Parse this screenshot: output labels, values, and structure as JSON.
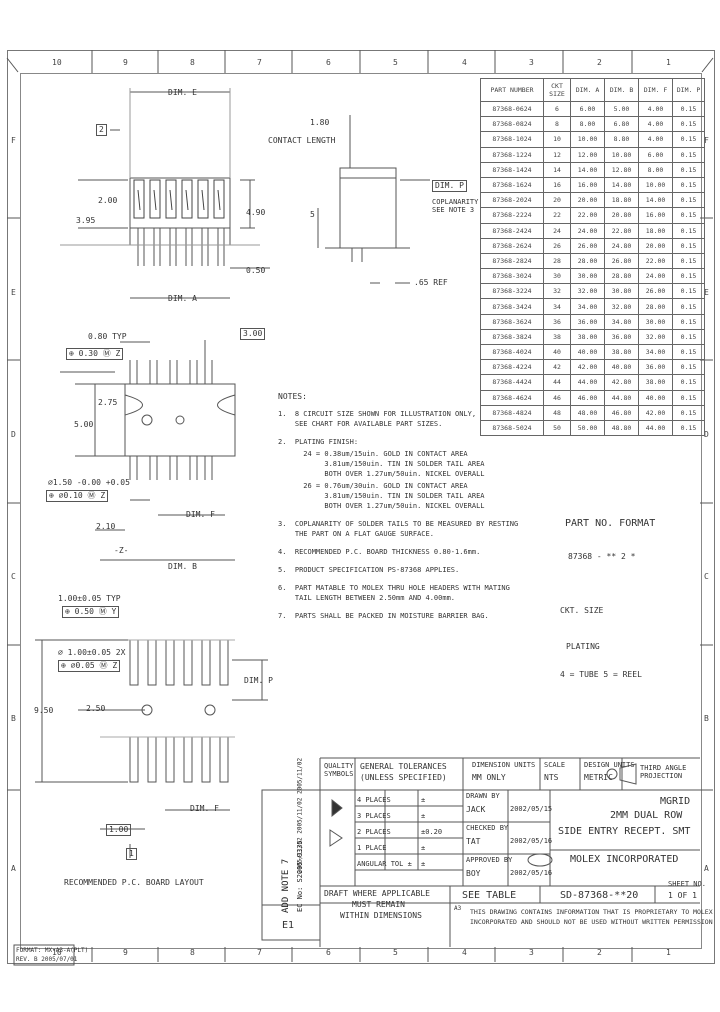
{
  "zones_top": [
    "10",
    "9",
    "8",
    "7",
    "6",
    "5",
    "4",
    "3",
    "2",
    "1"
  ],
  "zones_bottom": [
    "10",
    "9",
    "8",
    "7",
    "6",
    "5",
    "4",
    "3",
    "2",
    "1"
  ],
  "zones_side": [
    "F",
    "E",
    "D",
    "C",
    "B",
    "A"
  ],
  "table": {
    "headers": [
      "PART NUMBER",
      "CKT SIZE",
      "DIM. A",
      "DIM. B",
      "DIM. F",
      "DIM. P"
    ],
    "rows": [
      [
        "87368-0624",
        "6",
        "6.00",
        "5.00",
        "4.00",
        "0.15"
      ],
      [
        "87368-0824",
        "8",
        "8.00",
        "6.80",
        "4.00",
        "0.15"
      ],
      [
        "87368-1024",
        "10",
        "10.00",
        "8.80",
        "4.00",
        "0.15"
      ],
      [
        "87368-1224",
        "12",
        "12.00",
        "10.80",
        "6.00",
        "0.15"
      ],
      [
        "87368-1424",
        "14",
        "14.00",
        "12.80",
        "8.00",
        "0.15"
      ],
      [
        "87368-1624",
        "16",
        "16.00",
        "14.80",
        "10.00",
        "0.15"
      ],
      [
        "87368-2024",
        "20",
        "20.00",
        "18.80",
        "14.00",
        "0.15"
      ],
      [
        "87368-2224",
        "22",
        "22.00",
        "20.80",
        "16.00",
        "0.15"
      ],
      [
        "87368-2424",
        "24",
        "24.00",
        "22.80",
        "18.00",
        "0.15"
      ],
      [
        "87368-2624",
        "26",
        "26.00",
        "24.80",
        "20.00",
        "0.15"
      ],
      [
        "87368-2824",
        "28",
        "28.00",
        "26.80",
        "22.00",
        "0.15"
      ],
      [
        "87368-3024",
        "30",
        "30.00",
        "28.80",
        "24.00",
        "0.15"
      ],
      [
        "87368-3224",
        "32",
        "32.00",
        "30.80",
        "26.00",
        "0.15"
      ],
      [
        "87368-3424",
        "34",
        "34.00",
        "32.80",
        "28.00",
        "0.15"
      ],
      [
        "87368-3624",
        "36",
        "36.00",
        "34.80",
        "30.00",
        "0.15"
      ],
      [
        "87368-3824",
        "38",
        "38.00",
        "36.80",
        "32.00",
        "0.15"
      ],
      [
        "87368-4024",
        "40",
        "40.00",
        "38.80",
        "34.00",
        "0.15"
      ],
      [
        "87368-4224",
        "42",
        "42.00",
        "40.80",
        "36.00",
        "0.15"
      ],
      [
        "87368-4424",
        "44",
        "44.00",
        "42.80",
        "38.00",
        "0.15"
      ],
      [
        "87368-4624",
        "46",
        "46.00",
        "44.80",
        "40.00",
        "0.15"
      ],
      [
        "87368-4824",
        "48",
        "48.00",
        "46.80",
        "42.00",
        "0.15"
      ],
      [
        "87368-5024",
        "50",
        "50.00",
        "48.80",
        "44.00",
        "0.15"
      ]
    ]
  },
  "dims": {
    "dim_e": "DIM. E",
    "ref_2": "2",
    "d_200": "2.00",
    "d_490": "4.90",
    "d_395": "3.95",
    "d_050": "0.50",
    "dim_a": "DIM. A",
    "d_080typ": "0.80 TYP",
    "d_300": "3.00",
    "tol_030": "⊕ 0.30 Ⓜ Z",
    "d_275": "2.75",
    "d_500": "5.00",
    "d_150": "∅1.50 -0.00 +0.05",
    "tol_010": "⊕ ∅0.10 Ⓜ Z",
    "d_210": "2.10",
    "dim_f": "DIM. F",
    "ref_z": "-Z-",
    "dim_b": "DIM. B",
    "d_100typ": "1.00±0.05 TYP",
    "tol_050": "⊕ 0.50 Ⓜ Y",
    "d_100dia": "∅ 1.00±0.05 2X",
    "tol_dia": "⊕ ∅0.05 Ⓜ Z",
    "d_950": "9.50",
    "d_250": "2.50",
    "dim_p": "DIM. P",
    "d_100": "1.00",
    "ref_1": "1",
    "d_180": "1.80",
    "contact_length": "CONTACT LENGTH",
    "d_5": "5",
    "dim_p_ref": "DIM. P",
    "cop_note": "COPLANARITY SEE NOTE 3",
    "d_065": ".65 REF",
    "layout_title": "RECOMMENDED P.C. BOARD LAYOUT"
  },
  "notes": {
    "title": "NOTES:",
    "lines": [
      "1.  8 CIRCUIT SIZE SHOWN FOR ILLUSTRATION ONLY,",
      "    SEE CHART FOR AVAILABLE PART SIZES.",
      "2.  PLATING FINISH:",
      "      24 = 0.38um/15uin. GOLD IN CONTACT AREA",
      "           3.81um/150uin. TIN IN SOLDER TAIL AREA",
      "           BOTH OVER 1.27um/50uin. NICKEL OVERALL",
      "      26 = 0.76um/30uin. GOLD IN CONTACT AREA",
      "           3.81um/150uin. TIN IN SOLDER TAIL AREA",
      "           BOTH OVER 1.27um/50uin. NICKEL OVERALL",
      "3.  COPLANARITY OF SOLDER TAILS TO BE MEASURED BY RESTING",
      "    THE PART ON A FLAT GAUGE SURFACE.",
      "4.  RECOMMENDED P.C. BOARD THICKNESS 0.80-1.6mm.",
      "5.  PRODUCT SPECIFICATION PS-87368 APPLIES.",
      "6.  PART MATABLE TO MOLEX THRU HOLE HEADERS WITH MATING",
      "    TAIL LENGTH BETWEEN 2.50mm AND 4.00mm.",
      "7.  PARTS SHALL BE PACKED IN MOISTURE BARRIER BAG."
    ]
  },
  "part_format": {
    "title": "PART NO. FORMAT",
    "code": "87368 - ** 2 *",
    "ckt_label": "CKT. SIZE",
    "plating_label": "PLATING",
    "pack_label": "4 = TUBE  5 = REEL"
  },
  "title_block": {
    "quality_symbols": "QUALITY SYMBOLS",
    "general_tol": "GENERAL TOLERANCES",
    "unless": "(UNLESS SPECIFIED)",
    "places": [
      "4 PLACES",
      "3 PLACES",
      "2 PLACES",
      "1 PLACE",
      "ANGULAR TOL ±"
    ],
    "place_vals": [
      "±",
      "±",
      "±0.20",
      "±",
      "±"
    ],
    "dim_units_label": "DIMENSION UNITS",
    "dim_units": "MM ONLY",
    "scale_label": "SCALE",
    "scale": "NTS",
    "design_units_label": "DESIGN UNITS",
    "design_units": "METRIC",
    "third_angle": "THIRD ANGLE PROJECTION",
    "drawn_label": "DRAWN BY",
    "drawn": "JACK",
    "drawn_date": "2002/05/15",
    "checked_label": "CHECKED BY",
    "checked": "TAT",
    "checked_date": "2002/05/16",
    "approved_label": "APPROVED BY",
    "approved": "BOY",
    "approved_date": "2002/05/16",
    "title_1": "MGRID",
    "title_2": "2MM DUAL ROW",
    "title_3": "SIDE ENTRY RECEPT. SMT",
    "company": "MOLEX INCORPORATED",
    "draft": "DRAFT WHERE APPLICABLE",
    "must_remain": "MUST REMAIN",
    "within": "WITHIN DIMENSIONS",
    "see_table": "SEE TABLE",
    "doc_no": "SD-87368-**20",
    "sheet_label": "SHEET NO.",
    "sheet": "1 OF 1",
    "proprietary_1": "THIS DRAWING CONTAINS INFORMATION THAT IS PROPRIETARY TO MOLEX",
    "proprietary_2": "INCORPORATED AND SHOULD NOT BE USED WITHOUT WRITTEN PERMISSION",
    "rev": "A3"
  },
  "revision": {
    "add_note": "ADD NOTE 7",
    "ec": "EC No: S2005-0335",
    "dates": "2005/11/02  2005/11/02  2005/11/02",
    "rev_letter": "E1"
  },
  "footer": {
    "format": "FORMAT: MX-A3-A(PLT)",
    "rev": "REV. B 2005/07/01"
  }
}
